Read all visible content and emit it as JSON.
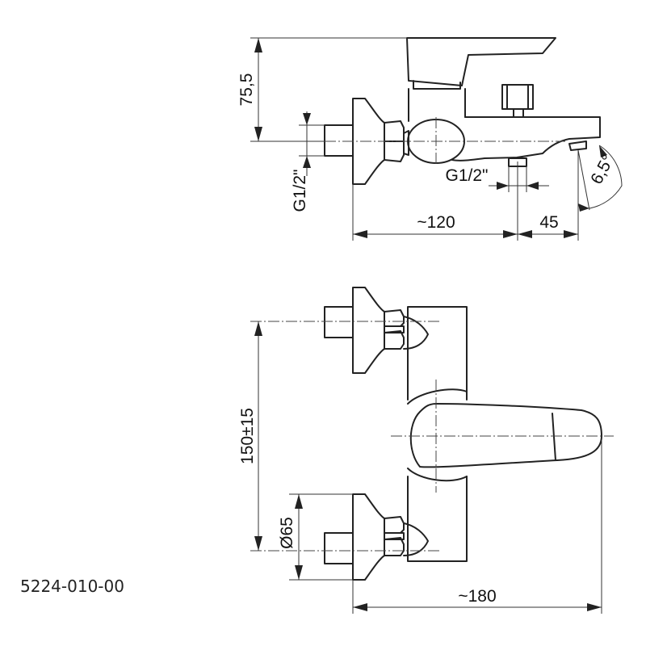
{
  "side_view": {
    "dim_height": "75,5",
    "dim_inlet_thread": "G1/2\"",
    "dim_outlet_thread": "G1/2\"",
    "dim_length": "~120",
    "dim_spout_reach": "45",
    "dim_angle": "6,5°"
  },
  "front_view": {
    "dim_centers": "150±15",
    "dim_escutcheon": "Ø65",
    "dim_width": "~180"
  },
  "product_code": "5224-010-00"
}
